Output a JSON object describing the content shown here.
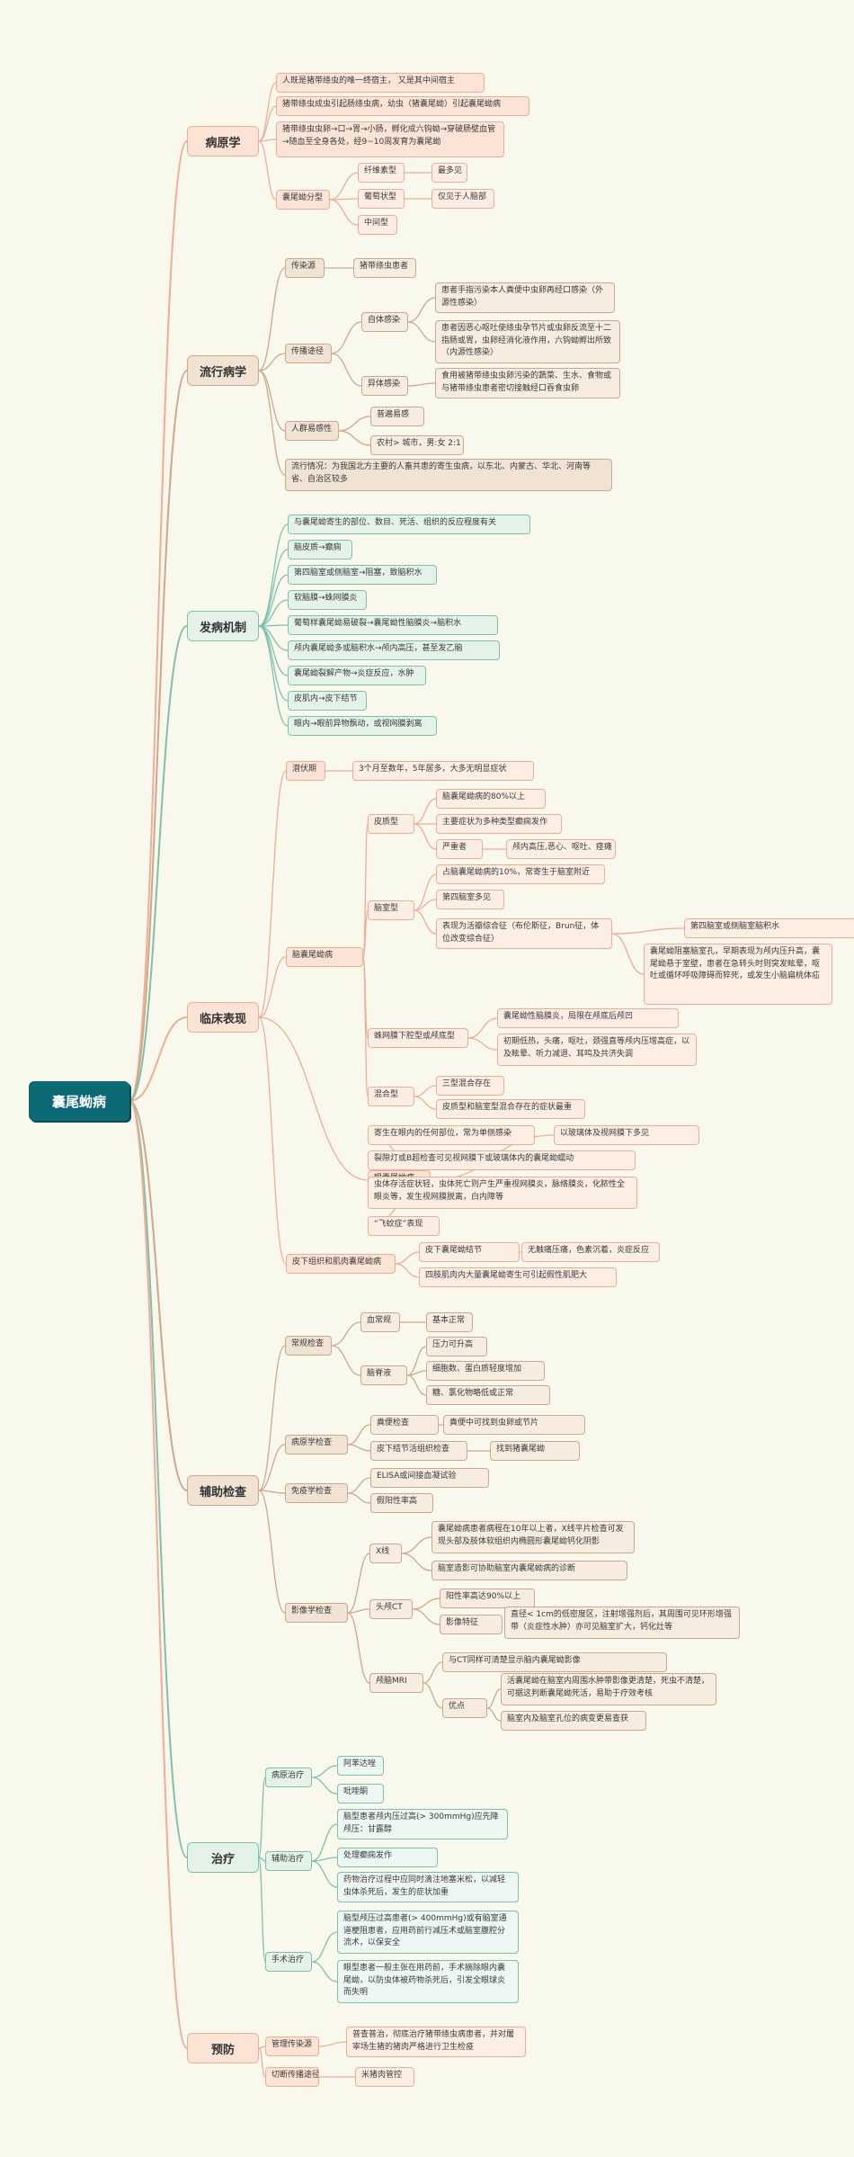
{
  "root": "囊尾蚴病",
  "colors": {
    "salmon": "#f0ad94",
    "tan": "#cfa78b",
    "teal": "#7fc0ad",
    "root": "#0c6a74"
  },
  "sections": [
    {
      "label": "病原学",
      "nodes": [
        "人既是猪带绦虫的唯一终宿主， 又是其中间宿主",
        "猪带绦虫成虫引起肠绦虫病，幼虫（猪囊尾蚴）引起囊尾蚴病",
        "猪带绦虫虫卵→口→胃→小肠，孵化成六钩蚴→穿破肠壁血管→随血至全身各处，经9~10周发育为囊尾蚴",
        "囊尾蚴分型",
        "纤维素型",
        "最多见",
        "葡萄状型",
        "仅见于人脑部",
        "中间型"
      ]
    },
    {
      "label": "流行病学",
      "nodes": [
        "传染源",
        "猪带绦虫患者",
        "传播途径",
        "自体感染",
        "患者手指污染本人粪便中虫卵再经口感染（外源性感染）",
        "患者因恶心呕吐使绦虫孕节片或虫卵反流至十二指肠或胃，虫卵经消化液作用，六钩蚴孵出所致（内源性感染）",
        "异体感染",
        "食用被猪带绦虫虫卵污染的蔬菜、生水、食物或与猪带绦虫患者密切接触经口吞食虫卵",
        "人群易感性",
        "普遍易感",
        "农村> 城市，男:女 2:1",
        "流行情况：为我国北方主要的人畜共患的寄生虫病，以东北、内蒙古、华北、河南等省、自治区较多"
      ]
    },
    {
      "label": "发病机制",
      "nodes": [
        "与囊尾蚴寄生的部位、数目、死活、组织的反应程度有关",
        "脑皮质→癫痫",
        "第四脑室或侧脑室→阻塞，致脑积水",
        "软脑膜→蛛网膜炎",
        "葡萄样囊尾蚴易破裂→囊尾蚴性脑膜炎→脑积水",
        "颅内囊尾蚴多或脑积水→颅内高压，甚至发乙脑",
        "囊尾蚴裂解产物→炎症反应，水肿",
        "皮肌内→皮下结节",
        "眼内→眼前异物飘动，或视网膜剥离"
      ]
    },
    {
      "label": "临床表现",
      "nodes": [
        "潜伏期",
        "3个月至数年，5年居多，大多无明显症状",
        "脑囊尾蚴病",
        "皮质型",
        "脑囊尾蚴病的80%以上",
        "主要症状为多种类型癫痫发作",
        "严重者",
        "颅内高压,恶心、呕吐、痉瘫",
        "脑室型",
        "占脑囊尾蚴病的10%，常寄生于脑室附近",
        "第四脑室多见",
        "表现为活瓣综合征（布伦斯征，Brun征，体位改变综合征）",
        "第四脑室或侧脑室脑积水",
        "囊尾蚴阻塞脑室孔，早期表现为颅内压升高，囊尾蚴悬于室壁，患者在急转头时则突发眩晕，呕吐或循环呼吸障碍而猝死，或发生小脑扁桃体疝",
        "蛛网膜下腔型或颅底型",
        "囊尾蚴性脑膜炎，局限在颅底后颅凹",
        "初期低热，头痛，呕吐，颈强直等颅内压增高症，以及眩晕、听力减退、耳鸣及共济失调",
        "混合型",
        "三型混合存在",
        "皮质型和脑室型混合存在的症状最重",
        "眼囊尾蚴病",
        "寄生在眼内的任何部位，常为单侧感染",
        "以玻璃体及视网膜下多见",
        "裂隙灯或B超检查可见视网膜下或玻璃体内的囊尾蚴蠕动",
        "虫体存活症状轻，虫体死亡则产生严重视网膜炎，脉络膜炎，化脓性全眼炎等，发生视网膜脱离，白内障等",
        "“飞蚊症”表现",
        "皮下组织和肌肉囊尾蚴病",
        "皮下囊尾蚴结节",
        "无触痛压痛，色素沉着，炎症反应",
        "四肢肌肉内大量囊尾蚴寄生可引起假性肌肥大"
      ]
    },
    {
      "label": "辅助检查",
      "nodes": [
        "常规检查",
        "血常规",
        "基本正常",
        "脑脊液",
        "压力可升高",
        "细胞数、蛋白质轻度增加",
        "糖、氯化物略低或正常",
        "病原学检查",
        "粪便检查",
        "粪便中可找到虫卵或节片",
        "皮下结节活组织检查",
        "找到猪囊尾蚴",
        "免疫学检查",
        "ELISA或间接血凝试验",
        "假阳性率高",
        "影像学检查",
        "X线",
        "囊尾蚴病患者病程在10年以上者，X线平片检查可发现头部及肢体软组织内椭圆形囊尾蚴钙化阴影",
        "脑室造影可协助脑室内囊尾蚴病的诊断",
        "头颅CT",
        "阳性率高达90%以上",
        "影像特征",
        "直径< 1cm的低密度区，注射增强剂后，其周围可见环形增强带（炎症性水肿）亦可见脑室扩大，钙化灶等",
        "颅脑MRI",
        "与CT同样可清楚显示脑内囊尾蚴影像",
        "优点",
        "活囊尾蚴在脑室内周围水肿带影像更清楚，死虫不清楚，可据这判断囊尾蚴死活，易助于疗效考核",
        "脑室内及脑室孔位的病变更易查获"
      ]
    },
    {
      "label": "治疗",
      "nodes": [
        "病原治疗",
        "阿苯达唑",
        "吡喹酮",
        "辅助治疗",
        "脑型患者颅内压过高(> 300mmHg)应先降颅压：甘露醇",
        "处理癫痫发作",
        "药物治疗过程中应同时滴注地塞米松，以减轻虫体杀死后，发生的症状加重",
        "手术治疗",
        "脑型颅压过高患者(> 400mmHg)或有脑室通道梗阻患者，应用药前行减压术或脑室腹腔分流术，以保安全",
        "眼型患者一般主张在用药前，手术摘除眼内囊尾蚴，以防虫体被药物杀死后，引发全眼球炎而失明"
      ]
    },
    {
      "label": "预防",
      "nodes": [
        "管理传染源",
        "普查普治，彻底治疗猪带绦虫病患者，并对屠宰场生猪的猪肉严格进行卫生检疫",
        "切断传播途径",
        "米猪肉管控"
      ]
    }
  ]
}
